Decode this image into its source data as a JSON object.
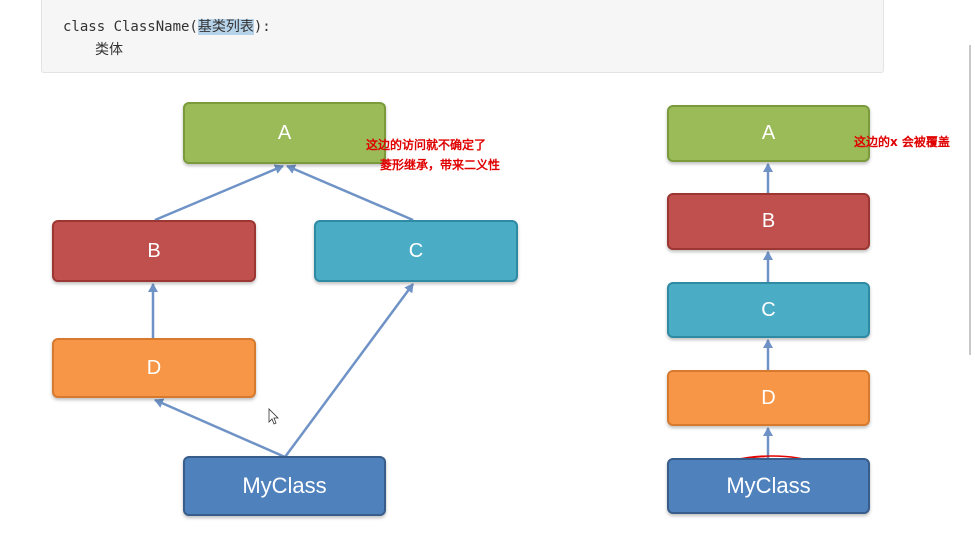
{
  "code": {
    "line1_prefix": "class ClassName(",
    "line1_highlight": "基类列表",
    "line1_suffix": "):",
    "line2": "类体"
  },
  "left_diagram": {
    "nodes": {
      "A": "A",
      "B": "B",
      "C": "C",
      "D": "D",
      "MyClass": "MyClass"
    },
    "note_line1": "这边的访问就不确定了",
    "note_line2": "菱形继承，带来二义性"
  },
  "right_diagram": {
    "nodes": {
      "A": "A",
      "B": "B",
      "C": "C",
      "D": "D",
      "MyClass": "MyClass"
    },
    "note": "这边的x 会被覆盖"
  },
  "colors": {
    "A": "#9bbb59",
    "B": "#c0504d",
    "C": "#4bacc6",
    "D": "#f79646",
    "MyClass": "#4f81bd",
    "arrow": "#6f93c6",
    "annotation": "#e00000"
  }
}
